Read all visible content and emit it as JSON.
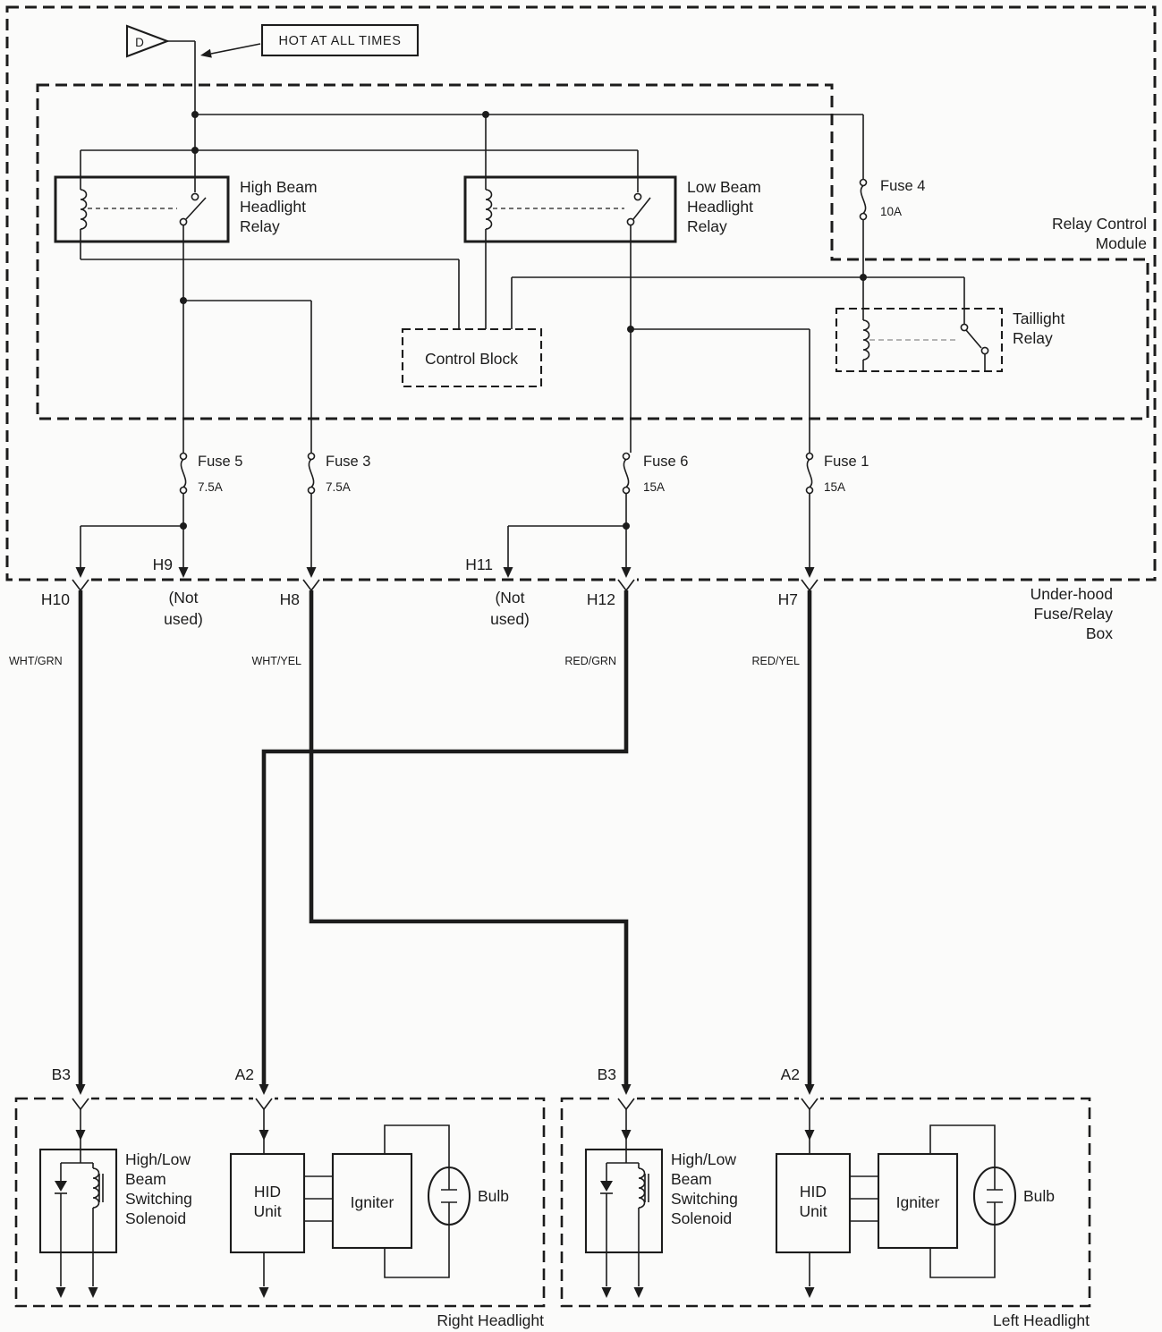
{
  "power": {
    "flag": "D",
    "hot_label": "HOT AT ALL TIMES"
  },
  "boxes": {
    "relay_control_module": [
      "Relay Control",
      "Module"
    ],
    "underhood": [
      "Under-hood",
      "Fuse/Relay",
      "Box"
    ],
    "control_block": "Control Block"
  },
  "relays": {
    "high_beam": [
      "High Beam",
      "Headlight",
      "Relay"
    ],
    "low_beam": [
      "Low Beam",
      "Headlight",
      "Relay"
    ],
    "taillight": [
      "Taillight",
      "Relay"
    ]
  },
  "fuses": {
    "fuse4": {
      "label": "Fuse 4",
      "rating": "10A"
    },
    "fuse5": {
      "label": "Fuse 5",
      "rating": "7.5A"
    },
    "fuse3": {
      "label": "Fuse 3",
      "rating": "7.5A"
    },
    "fuse6": {
      "label": "Fuse 6",
      "rating": "15A"
    },
    "fuse1": {
      "label": "Fuse 1",
      "rating": "15A"
    }
  },
  "connectors": {
    "h10": "H10",
    "h9": "H9",
    "h8": "H8",
    "h11": "H11",
    "h12": "H12",
    "h7": "H7",
    "not_used_line1": "(Not",
    "not_used_line2": "used)"
  },
  "wire_colors": {
    "h10": "WHT/GRN",
    "h8": "WHT/YEL",
    "h12": "RED/GRN",
    "h7": "RED/YEL"
  },
  "headlights": {
    "right_title": "Right Headlight",
    "left_title": "Left Headlight",
    "pin_b3": "B3",
    "pin_a2": "A2",
    "solenoid": [
      "High/Low",
      "Beam",
      "Switching",
      "Solenoid"
    ],
    "hid_unit": [
      "HID",
      "Unit"
    ],
    "igniter": "Igniter",
    "bulb": "Bulb"
  },
  "colors": {
    "ink": "#1c1c1c",
    "paper": "#fbfbfa"
  }
}
